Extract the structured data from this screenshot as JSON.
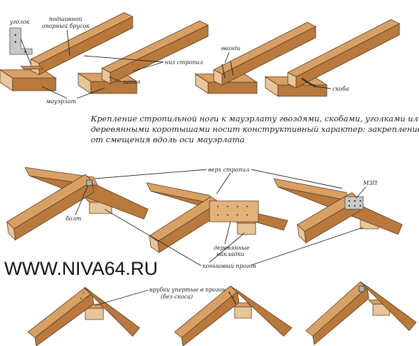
{
  "colors": {
    "wood_top": "#d9a066",
    "wood_side": "#b9793d",
    "wood_end": "#e8c59a",
    "wood_edge": "#5a3a1c",
    "metal": "#c9c9c9",
    "text": "#222222"
  },
  "labels": {
    "ugolok": "уголок",
    "podshivnoy_1": "подшивной",
    "podshivnoy_2": "опорный брусок",
    "niz_stropil": "низ стропил",
    "gvozdi": "гвозди",
    "zapil": "запил",
    "mauerlat": "мауэрлат",
    "skoba": "скоба",
    "verh_stropil": "верх стропил",
    "mzp": "МЗП",
    "bolt": "болт",
    "nakladki_1": "деревянные",
    "nakladki_2": "накладки",
    "konkovy_progon": "коньковый прогон",
    "vrubki_1": "врубки упертые в прогон",
    "vrubki_2": "(без скоса)"
  },
  "caption": {
    "line1": "Крепление стропильной ноги к мауэрлату гвоздями, скобами, уголками или",
    "line2": "деревянными коротышами носит конструктивный характер: закрепление",
    "line3": "от смещения вдоль оси мауэрлата"
  },
  "watermark": "WWW.NIVA64.RU"
}
